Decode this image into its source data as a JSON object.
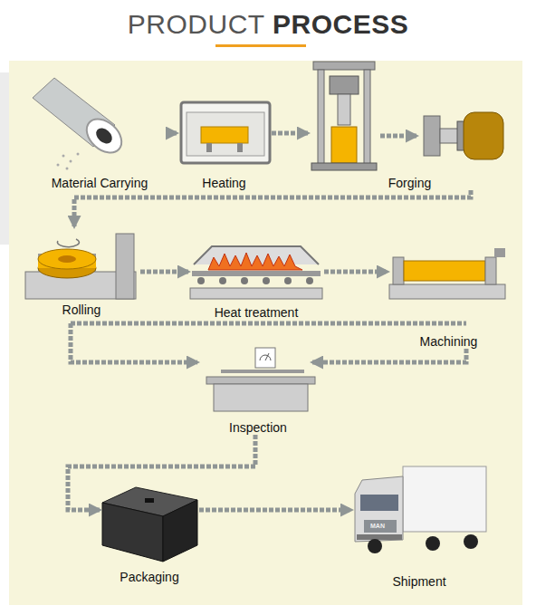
{
  "diagram": {
    "title": "PRODUCT PROCESS",
    "nodes": [
      {
        "text": [
          "Material Carrying"
        ]
      },
      {
        "text": [
          "Heating"
        ]
      },
      {
        "text": [
          "Forging"
        ]
      },
      {
        "text": [
          "Rolling"
        ]
      },
      {
        "text": [
          "Heat treatment"
        ]
      },
      {
        "text": [
          "Machining"
        ]
      },
      {
        "text": [
          "Inspection"
        ]
      },
      {
        "text": [
          "Packaging"
        ]
      },
      {
        "text": [
          "Shipment"
        ]
      }
    ],
    "edges": [
      {
        "from": 0,
        "to": 1,
        "arrow": "to"
      },
      {
        "from": 1,
        "to": 2,
        "arrow": "to"
      },
      {
        "from": 2,
        "to": 3,
        "arrow": "to"
      },
      {
        "from": 3,
        "to": 4,
        "arrow": "to"
      },
      {
        "from": 4,
        "to": 5,
        "arrow": "to"
      },
      {
        "from": 5,
        "to": 6,
        "arrow": "to"
      },
      {
        "from": 6,
        "to": 7,
        "arrow": "to"
      },
      {
        "from": 7,
        "to": 8,
        "arrow": "to"
      }
    ],
    "labels": [
      "MAN"
    ]
  }
}
